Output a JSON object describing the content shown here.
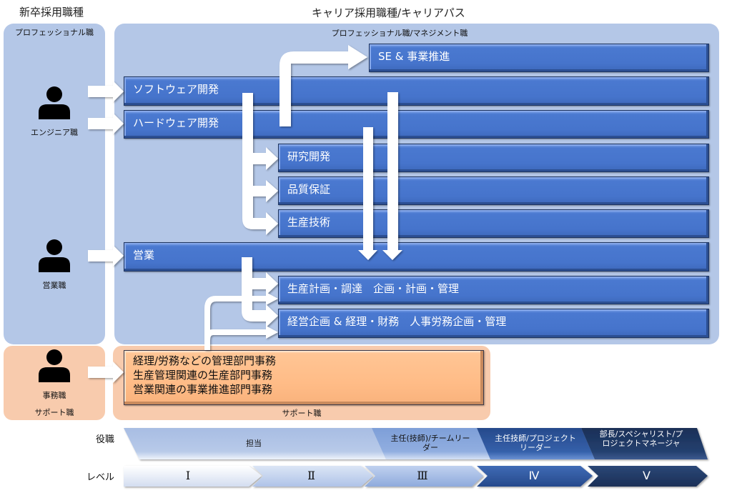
{
  "titles": {
    "new_grad": "新卒採用職種",
    "career": "キャリア採用職種/キャリアパス"
  },
  "panels": {
    "left_professional_label": "プロフェッショナル職",
    "main_label": "プロフェッショナル職/マネジメント職",
    "left_support_label": "サポート職",
    "main_support_label": "サポート職"
  },
  "persons": [
    {
      "label": "エンジニア職",
      "icon": "person-icon"
    },
    {
      "label": "営業職",
      "icon": "person-icon"
    },
    {
      "label": "事務職",
      "icon": "person-icon"
    }
  ],
  "bars": [
    {
      "label": "SE & 事業推進"
    },
    {
      "label": "ソフトウェア開発"
    },
    {
      "label": "ハードウェア開発"
    },
    {
      "label": "研究開発"
    },
    {
      "label": "品質保証"
    },
    {
      "label": "生産技術"
    },
    {
      "label": "営業"
    },
    {
      "label": "生産計画・調達　企画・計画・管理"
    },
    {
      "label": "経営企画 & 経理・財務　人事労務企画・管理"
    }
  ],
  "support_box": {
    "lines": [
      "経理/労務などの管理部門事務",
      "生産管理関連の生産部門事務",
      "営業関連の事業推進部門事務"
    ]
  },
  "ladder": {
    "position_label": "役職",
    "level_label": "レベル",
    "positions": [
      {
        "label": "担当",
        "color": "#b4c7e7"
      },
      {
        "label": "主任(技師)/チームリーダー",
        "color": "#8eaadb"
      },
      {
        "label": "主任技師/プロジェクトリーダー",
        "color": "#2f5597"
      },
      {
        "label": "部長/スペシャリスト/プロジェクトマネージャ",
        "color": "#203864"
      }
    ],
    "levels": [
      {
        "label": "Ⅰ",
        "color": "#e8eef8"
      },
      {
        "label": "Ⅱ",
        "color": "#c5d4ee"
      },
      {
        "label": "Ⅲ",
        "color": "#a2bae5"
      },
      {
        "label": "Ⅳ",
        "color": "#2f5597"
      },
      {
        "label": "Ⅴ",
        "color": "#203864"
      }
    ]
  },
  "colors": {
    "panel_blue": "#b4c7e7",
    "panel_orange": "#f8cbad",
    "bar_blue": "#4674cc",
    "support_box": "#ffbc87"
  }
}
